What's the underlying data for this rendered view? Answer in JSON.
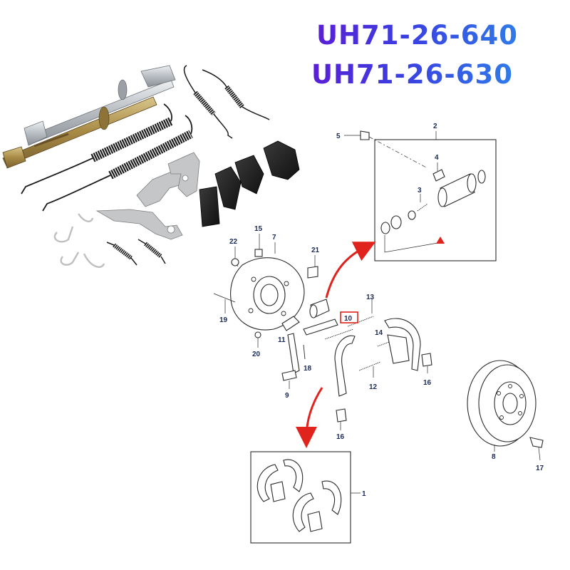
{
  "part_numbers": [
    "UH71-26-640",
    "UH71-26-630"
  ],
  "callouts": {
    "c1": "1",
    "c2": "2",
    "c3": "3",
    "c4": "4",
    "c5": "5",
    "c7": "7",
    "c8": "8",
    "c9": "9",
    "c10": "10",
    "c11": "11",
    "c12": "12",
    "c13": "13",
    "c14": "14",
    "c15": "15",
    "c16a": "16",
    "c16b": "16",
    "c17": "17",
    "c18": "18",
    "c19": "19",
    "c20": "20",
    "c21": "21",
    "c22": "22"
  },
  "colors": {
    "title_gradient_start": "#5a1fd6",
    "title_gradient_end": "#2f7be8",
    "highlight_red": "#e0231c",
    "callout_text": "#1a2a5a",
    "spring_black": "#1c1c1c",
    "adjuster_gold": "#b59a55",
    "adjuster_silver": "#c8ccd0"
  },
  "icons": [
    "red-arrow-icon",
    "warning-triangle-icon"
  ]
}
